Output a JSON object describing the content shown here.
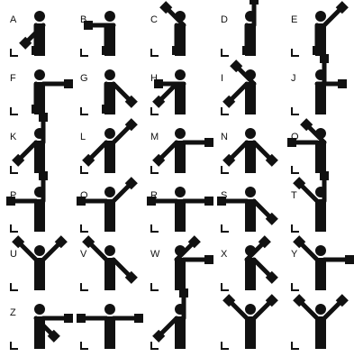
{
  "chart": {
    "letters": [
      "A",
      "B",
      "C",
      "D",
      "E",
      "F",
      "G",
      "H",
      "I",
      "J",
      "K",
      "L",
      "M",
      "N",
      "O",
      "P",
      "Q",
      "R",
      "S",
      "T",
      "U",
      "V",
      "W",
      "X",
      "Y",
      "Z"
    ],
    "signals": [
      {
        "letter": "A",
        "arms": [
          225,
          270
        ]
      },
      {
        "letter": "B",
        "arms": [
          180,
          270
        ]
      },
      {
        "letter": "C",
        "arms": [
          135,
          270
        ]
      },
      {
        "letter": "D",
        "arms": [
          90,
          270
        ]
      },
      {
        "letter": "E",
        "arms": [
          45,
          270
        ]
      },
      {
        "letter": "F",
        "arms": [
          0,
          270
        ]
      },
      {
        "letter": "G",
        "arms": [
          315,
          270
        ]
      },
      {
        "letter": "H",
        "arms": [
          180,
          225
        ]
      },
      {
        "letter": "I",
        "arms": [
          135,
          225
        ]
      },
      {
        "letter": "J",
        "arms": [
          90,
          0
        ]
      },
      {
        "letter": "K",
        "arms": [
          90,
          225
        ]
      },
      {
        "letter": "L",
        "arms": [
          45,
          225
        ]
      },
      {
        "letter": "M",
        "arms": [
          0,
          225
        ]
      },
      {
        "letter": "N",
        "arms": [
          315,
          225
        ]
      },
      {
        "letter": "O",
        "arms": [
          135,
          180
        ]
      },
      {
        "letter": "P",
        "arms": [
          90,
          180
        ]
      },
      {
        "letter": "Q",
        "arms": [
          45,
          180
        ]
      },
      {
        "letter": "R",
        "arms": [
          0,
          180
        ]
      },
      {
        "letter": "S",
        "arms": [
          315,
          180
        ]
      },
      {
        "letter": "T",
        "arms": [
          90,
          135
        ]
      },
      {
        "letter": "U",
        "arms": [
          45,
          135
        ]
      },
      {
        "letter": "V",
        "arms": [
          315,
          135
        ]
      },
      {
        "letter": "W",
        "arms": [
          0,
          45
        ]
      },
      {
        "letter": "X",
        "arms": [
          315,
          45
        ]
      },
      {
        "letter": "Y",
        "arms": [
          0,
          135
        ]
      },
      {
        "letter": "Z",
        "arms": [
          0,
          315
        ]
      },
      {
        "letter": "",
        "arms": [
          0,
          180
        ]
      },
      {
        "letter": "",
        "arms": [
          90,
          225
        ]
      },
      {
        "letter": "",
        "arms": [
          45,
          135
        ]
      },
      {
        "letter": "",
        "arms": [
          45,
          135
        ]
      }
    ],
    "colors": {
      "figure": "#111111",
      "flag": "#111111",
      "background": "#ffffff"
    }
  }
}
